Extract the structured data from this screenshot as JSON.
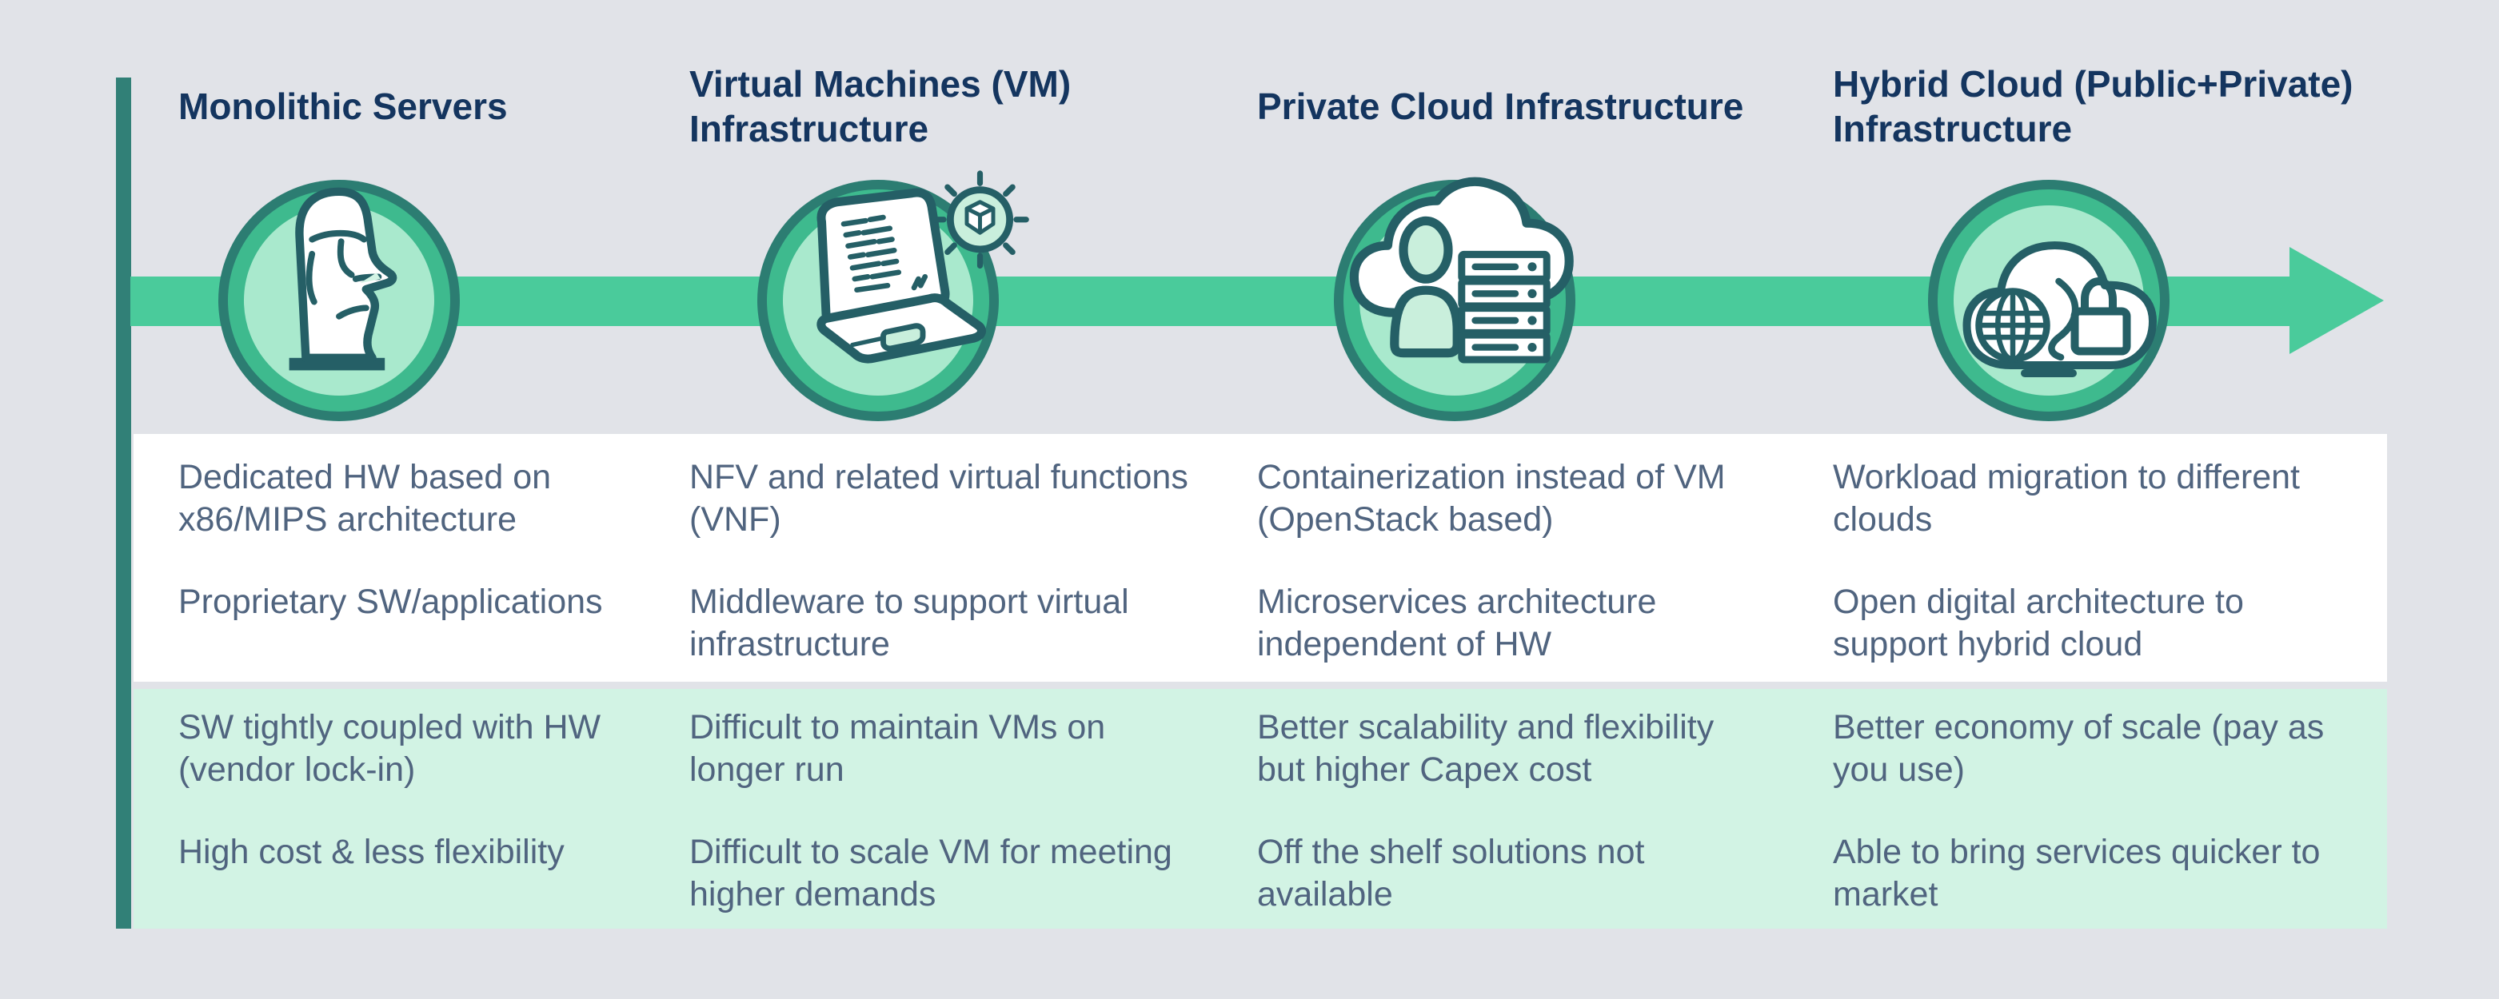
{
  "colors": {
    "background": "#e1e3e8",
    "accent_bar_teal": "#318077",
    "timeline_green": "#4acb9b",
    "circle_ring_outer": "#2c7d72",
    "circle_ring_inner": "#3eba8e",
    "circle_fill": "#a9e9cd",
    "white_row": "#ffffff",
    "green_row": "#d2f3e4",
    "title_text": "#14355f",
    "body_text": "#50647f",
    "icon_stroke": "#255f66",
    "icon_mint_fill": "#c9efdc"
  },
  "timeline": {
    "direction": "left-to-right",
    "stage_count": 4
  },
  "columns": [
    {
      "title": "Monolithic Servers",
      "icon": "moai-statue-icon",
      "white_points": [
        "Dedicated HW based on\nx86/MIPS architecture",
        "Proprietary SW/applications"
      ],
      "green_points": [
        "SW tightly coupled with HW\n(vendor lock-in)",
        "High cost & less flexibility"
      ]
    },
    {
      "title": "Virtual Machines (VM)\nInfrastructure",
      "icon": "laptop-code-icon",
      "white_points": [
        "NFV and related virtual functions\n(VNF)",
        "Middleware to support virtual\ninfrastructure"
      ],
      "green_points": [
        "Difficult to maintain VMs on\nlonger run",
        "Difficult to scale VM for meeting\nhigher demands"
      ]
    },
    {
      "title": "Private Cloud Infrastructure",
      "icon": "private-cloud-icon",
      "white_points": [
        "Containerization instead of VM\n(OpenStack based)",
        "Microservices architecture\nindependent of HW"
      ],
      "green_points": [
        "Better scalability and flexibility\nbut higher Capex cost",
        "Off the shelf solutions not\navailable"
      ]
    },
    {
      "title": "Hybrid Cloud (Public+Private)\nInfrastructure",
      "icon": "hybrid-cloud-icon",
      "white_points": [
        "Workload migration to different\nclouds",
        "Open digital architecture to\nsupport hybrid cloud"
      ],
      "green_points": [
        "Better economy of scale (pay as\nyou use)",
        "Able to bring services quicker to\nmarket"
      ]
    }
  ]
}
